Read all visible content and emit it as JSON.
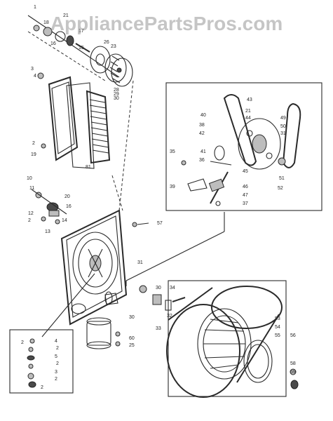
{
  "watermark": "AppliancePartsPros.com",
  "watermark_color": "#969696",
  "callouts": [
    {
      "id": "c1",
      "label": "1"
    },
    {
      "id": "c21a",
      "label": "21"
    },
    {
      "id": "c18",
      "label": "18"
    },
    {
      "id": "c17",
      "label": "17"
    },
    {
      "id": "c16",
      "label": "16"
    },
    {
      "id": "c15",
      "label": "15"
    },
    {
      "id": "c26",
      "label": "26"
    },
    {
      "id": "c23",
      "label": "23"
    },
    {
      "id": "c3a",
      "label": "3"
    },
    {
      "id": "c4a",
      "label": "4"
    },
    {
      "id": "c28",
      "label": "28"
    },
    {
      "id": "c29",
      "label": "29"
    },
    {
      "id": "c30a",
      "label": "30"
    },
    {
      "id": "c2a",
      "label": "2"
    },
    {
      "id": "c19",
      "label": "19"
    },
    {
      "id": "c81",
      "label": "81"
    },
    {
      "id": "c10",
      "label": "10"
    },
    {
      "id": "c11",
      "label": "11"
    },
    {
      "id": "c20",
      "label": "20"
    },
    {
      "id": "c16b",
      "label": "16"
    },
    {
      "id": "c12",
      "label": "12"
    },
    {
      "id": "c2b",
      "label": "2"
    },
    {
      "id": "c14",
      "label": "14"
    },
    {
      "id": "c13",
      "label": "13"
    },
    {
      "id": "c57",
      "label": "57"
    },
    {
      "id": "c43",
      "label": "43"
    },
    {
      "id": "c21b",
      "label": "21"
    },
    {
      "id": "c44",
      "label": "44"
    },
    {
      "id": "c40",
      "label": "40"
    },
    {
      "id": "c38",
      "label": "38"
    },
    {
      "id": "c42",
      "label": "42"
    },
    {
      "id": "c41",
      "label": "41"
    },
    {
      "id": "c49",
      "label": "49"
    },
    {
      "id": "c50",
      "label": "50"
    },
    {
      "id": "c31a",
      "label": "31"
    },
    {
      "id": "c35",
      "label": "35"
    },
    {
      "id": "c36",
      "label": "36"
    },
    {
      "id": "c39",
      "label": "39"
    },
    {
      "id": "c45",
      "label": "45"
    },
    {
      "id": "c46",
      "label": "46"
    },
    {
      "id": "c47",
      "label": "47"
    },
    {
      "id": "c37",
      "label": "37"
    },
    {
      "id": "c51",
      "label": "51"
    },
    {
      "id": "c52",
      "label": "52"
    },
    {
      "id": "c31b",
      "label": "31"
    },
    {
      "id": "c30b",
      "label": "30"
    },
    {
      "id": "c34",
      "label": "34"
    },
    {
      "id": "c32",
      "label": "32"
    },
    {
      "id": "c33",
      "label": "33"
    },
    {
      "id": "c53",
      "label": "53"
    },
    {
      "id": "c54",
      "label": "54"
    },
    {
      "id": "c55",
      "label": "55"
    },
    {
      "id": "c56",
      "label": "56"
    },
    {
      "id": "c30c",
      "label": "30"
    },
    {
      "id": "c60",
      "label": "60"
    },
    {
      "id": "c25",
      "label": "25"
    },
    {
      "id": "c58",
      "label": "58"
    },
    {
      "id": "c59",
      "label": "59"
    },
    {
      "id": "c4b",
      "label": "4"
    },
    {
      "id": "c2c",
      "label": "2"
    },
    {
      "id": "c5",
      "label": "5"
    },
    {
      "id": "c2d",
      "label": "2"
    },
    {
      "id": "c3b",
      "label": "3"
    },
    {
      "id": "c2e",
      "label": "2"
    },
    {
      "id": "c2f",
      "label": "2"
    },
    {
      "id": "c2g",
      "label": "2"
    }
  ]
}
